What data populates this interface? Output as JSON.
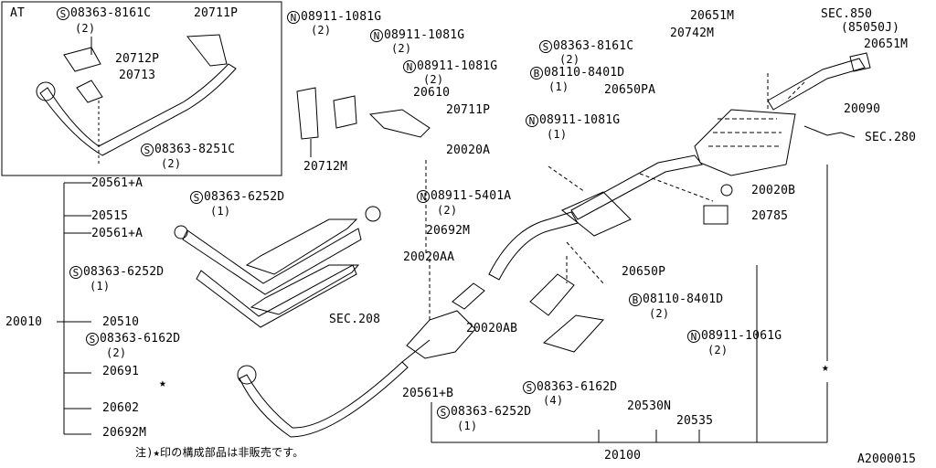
{
  "inset": {
    "at_label": "AT"
  },
  "part_labels": {
    "p20711P_a": "20711P",
    "p20712P": "20712P",
    "p20713": "20713",
    "p20712M": "20712M",
    "p20610": "20610",
    "p20711P_b": "20711P",
    "p20020A": "20020A",
    "p20651M_a": "20651M",
    "p20651M_b": "20651M",
    "p20742M": "20742M",
    "p20650PA": "20650PA",
    "p20090": "20090",
    "p20561A_a": "20561+A",
    "p20561A_b": "20561+A",
    "p20515": "20515",
    "p20510": "20510",
    "p20691": "20691",
    "p20602": "20602",
    "p20692M_a": "20692M",
    "p20692M_b": "20692M",
    "p20010": "20010",
    "p20020AA": "20020AA",
    "p20020AB": "20020AB",
    "p20020B": "20020B",
    "p20785": "20785",
    "p20650P": "20650P",
    "p20561B": "20561+B",
    "p20530N": "20530N",
    "p20535": "20535",
    "p20100": "20100"
  },
  "codes": {
    "s_8161_a": {
      "code": "08363-8161C",
      "qty": "(2)"
    },
    "s_8251": {
      "code": "08363-8251C",
      "qty": "(2)"
    },
    "n_1081_a": {
      "code": "08911-1081G",
      "qty": "(2)"
    },
    "n_1081_b": {
      "code": "08911-1081G",
      "qty": "(2)"
    },
    "n_1081_c": {
      "code": "08911-1081G",
      "qty": "(2)"
    },
    "s_8161_b": {
      "code": "08363-8161C",
      "qty": "(2)"
    },
    "b_8401_a": {
      "code": "08110-8401D",
      "qty": "(1)"
    },
    "n_1081_d": {
      "code": "08911-1081G",
      "qty": "(1)"
    },
    "s_6252_a": {
      "code": "08363-6252D",
      "qty": "(1)"
    },
    "s_6252_b": {
      "code": "08363-6252D",
      "qty": "(1)"
    },
    "s_6162_a": {
      "code": "08363-6162D",
      "qty": "(2)"
    },
    "n_5401": {
      "code": "08911-5401A",
      "qty": "(2)"
    },
    "b_8401_b": {
      "code": "08110-8401D",
      "qty": "(2)"
    },
    "n_1061": {
      "code": "08911-1061G",
      "qty": "(2)"
    },
    "s_6162_b": {
      "code": "08363-6162D",
      "qty": "(4)"
    },
    "s_6252_c": {
      "code": "08363-6252D",
      "qty": "(1)"
    }
  },
  "symbols": {
    "s": "S",
    "n": "N",
    "b": "B",
    "star": "★"
  },
  "sec_refs": {
    "sec850": "SEC.850",
    "sec850_sub": "(85050J)",
    "sec280": "SEC.280",
    "sec208": "SEC.208"
  },
  "footnote": "注)★印の構成部品は非販売です。",
  "diagram_id": "A2000015"
}
